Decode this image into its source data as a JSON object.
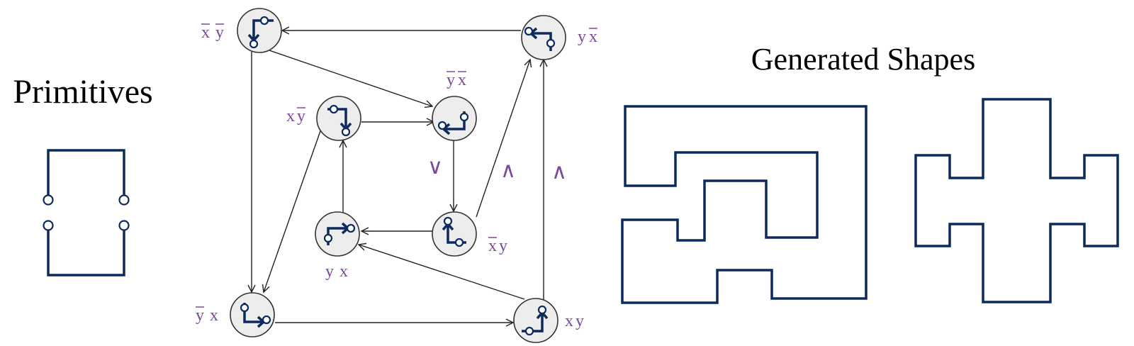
{
  "primitives_title": "Primitives",
  "generated_title": "Generated Shapes",
  "node_labels": {
    "top_left": {
      "a": "x",
      "b": "y",
      "a_bar": true,
      "b_bar": true
    },
    "top_right": {
      "a": "y",
      "b": "x",
      "a_bar": false,
      "b_bar": true
    },
    "inner_top_left": {
      "a": "x",
      "b": "y",
      "a_bar": false,
      "b_bar": true
    },
    "inner_top_right": {
      "a": "y",
      "b": "x",
      "a_bar": true,
      "b_bar": true
    },
    "inner_bottom_left": {
      "a": "y",
      "b": "x",
      "a_bar": false,
      "b_bar": false
    },
    "inner_bottom_right": {
      "a": "x",
      "b": "y",
      "a_bar": true,
      "b_bar": false
    },
    "bottom_left": {
      "a": "y",
      "b": "x",
      "a_bar": true,
      "b_bar": false
    },
    "bottom_right": {
      "a": "x",
      "b": "y",
      "a_bar": false,
      "b_bar": false
    }
  },
  "operators": {
    "or": "∨",
    "and_inner": "∧",
    "and_outer": "∧"
  },
  "colors": {
    "shape": "#0d2a5c",
    "label": "#7b4a9b"
  }
}
